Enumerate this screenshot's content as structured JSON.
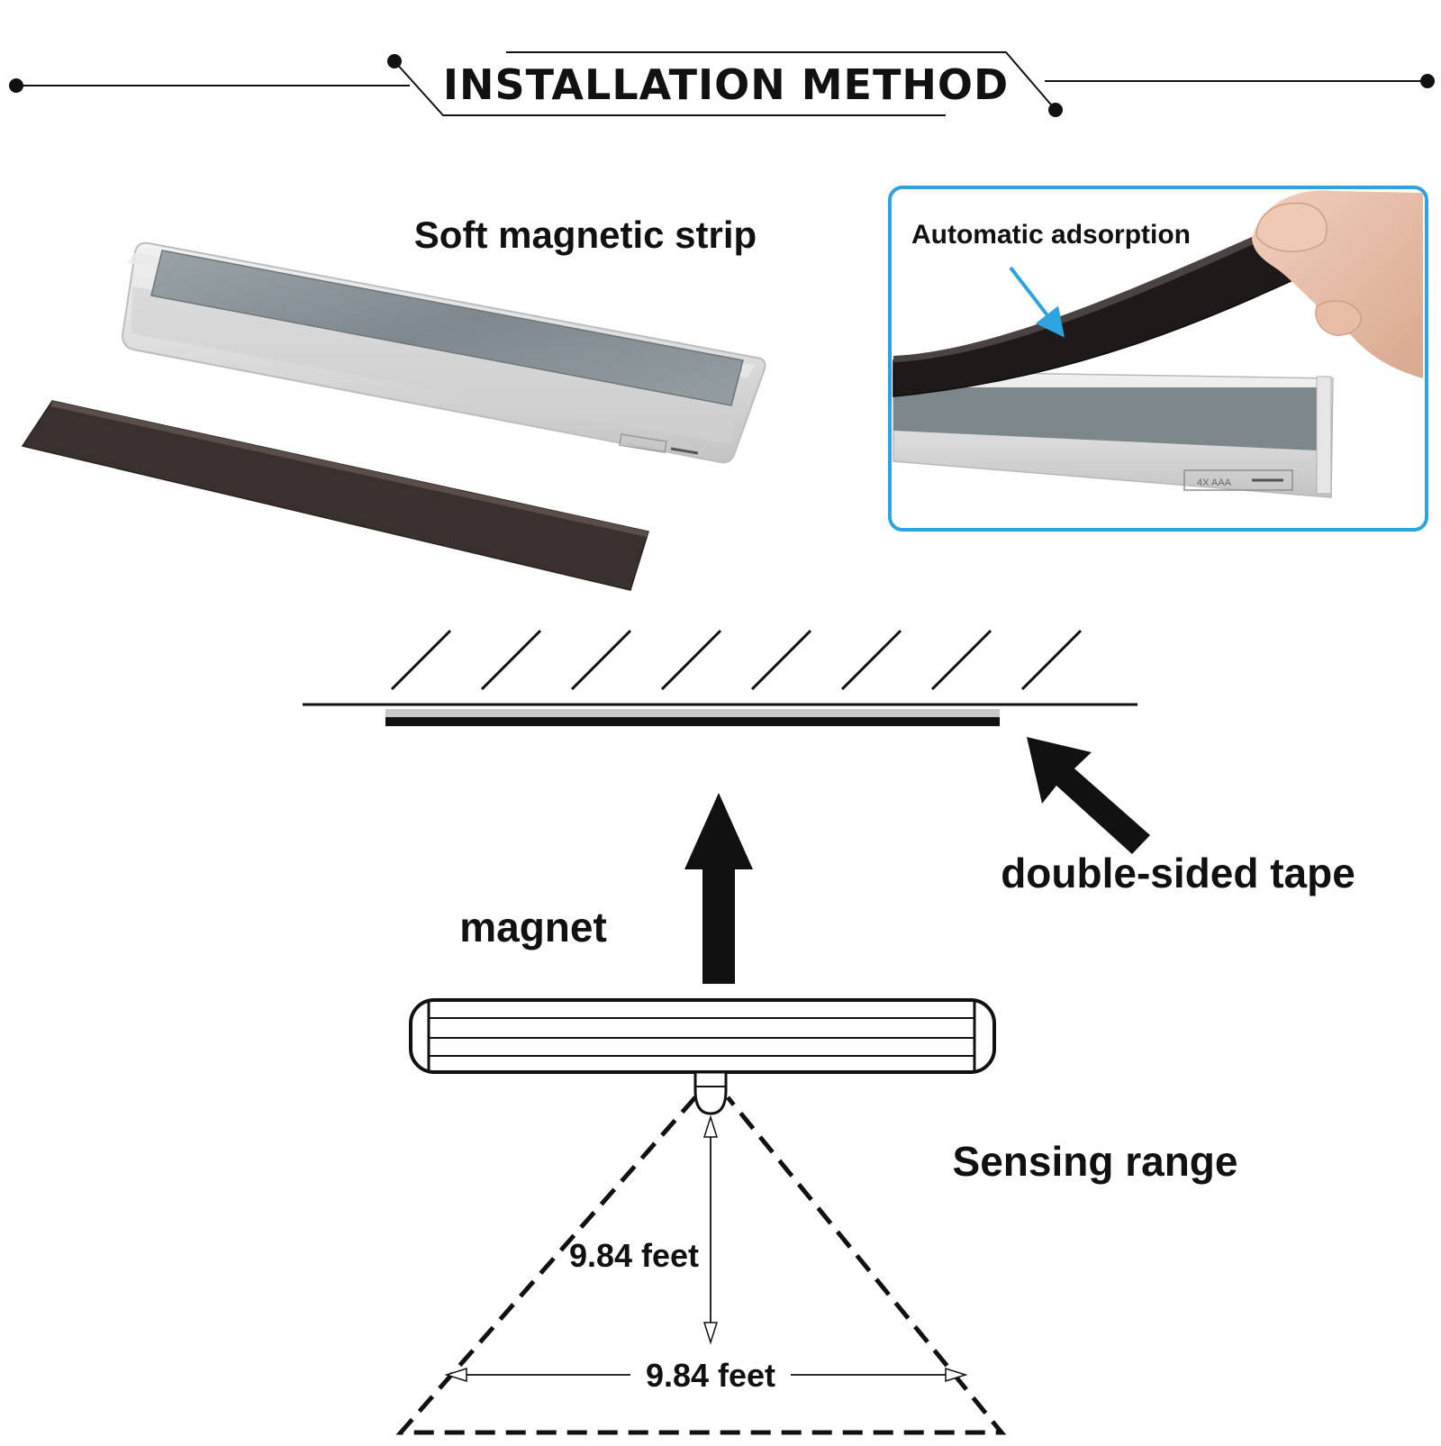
{
  "header": {
    "title": "INSTALLATION METHOD"
  },
  "product_panel": {
    "label": "Soft magnetic strip"
  },
  "inset_panel": {
    "label": "Automatic adsorption",
    "battery_text": "4X AAA",
    "frame_color": "#2ea3df",
    "arrow_color": "#2ea3df"
  },
  "mounting_diagram": {
    "magnet_label": "magnet",
    "tape_label": "double-sided tape",
    "sensing_label": "Sensing range",
    "height_label": "9.84 feet",
    "width_label": "9.84 feet"
  },
  "colors": {
    "ink": "#111111",
    "strip": "#3a302d",
    "metal": "#8e979d"
  }
}
